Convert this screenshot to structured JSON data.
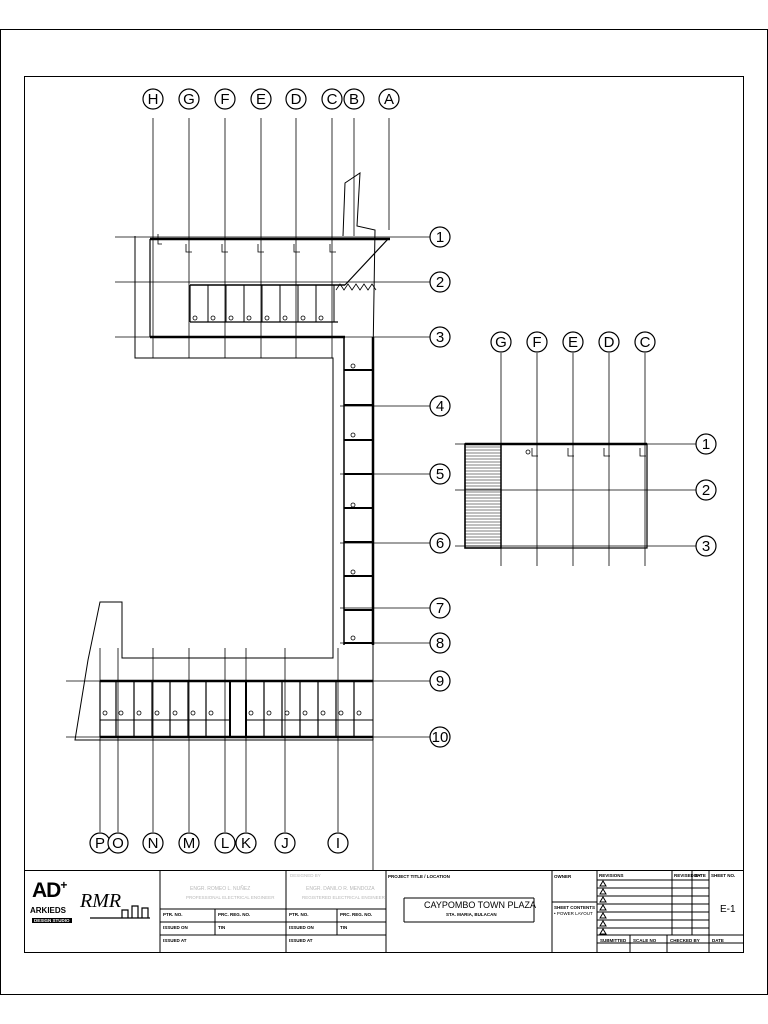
{
  "main_plan": {
    "columns_top": [
      "H",
      "G",
      "F",
      "E",
      "D",
      "C",
      "B",
      "A"
    ],
    "rows_right": [
      "1",
      "2",
      "3",
      "4",
      "5",
      "6",
      "7",
      "8",
      "9",
      "10"
    ],
    "columns_bottom": [
      "P",
      "O",
      "N",
      "M",
      "L",
      "K",
      "J",
      "I"
    ]
  },
  "side_plan": {
    "columns": [
      "G",
      "F",
      "E",
      "D",
      "C"
    ],
    "rows": [
      "1",
      "2",
      "3"
    ]
  },
  "title_block": {
    "logo_ad": "AD",
    "logo_plus": "+",
    "logo_arkieds": "ARKIEDS",
    "logo_tagline": "DESIGN STUDIO",
    "logo_rmr": "RMR",
    "engineer1_name": "ENGR. ROMEO L. NUÑEZ",
    "engineer1_role": "PROFESSIONAL ELECTRICAL ENGINEER",
    "engineer2_role_top": "DESIGNED BY",
    "engineer2_name": "ENGR. DANILO R. MENDOZA",
    "engineer2_role": "REGISTERED ELECTRICAL ENGINEER",
    "ptr_no_label": "PTR. NO.",
    "prc_reg_no_label": "PRC. REG. NO.",
    "issued_on_label": "ISSUED ON",
    "tin_label": "TIN",
    "issued_at_label": "ISSUED AT",
    "project_title_label": "PROJECT TITLE / LOCATION",
    "project_title": "CAYPOMBO TOWN PLAZA",
    "project_location": "STA. MARIA, BULACAN",
    "owner_label": "OWNER",
    "sheet_contents_label": "SHEET CONTENTS",
    "sheet_contents": "• POWER LAYOUT",
    "revisions_label": "REVISIONS",
    "revised_by_label": "REVISED BY",
    "date_label": "DATE",
    "sheet_no_label": "SHEET NO.",
    "sheet_no": "E-1",
    "submitted_label": "SUBMITTED",
    "scale_label": "SCALE NO",
    "checked_by_label": "CHECKED BY",
    "date_bottom_label": "DATE"
  },
  "colors": {
    "line": "#000000",
    "faint": "#b8b8b8",
    "background": "#ffffff"
  }
}
